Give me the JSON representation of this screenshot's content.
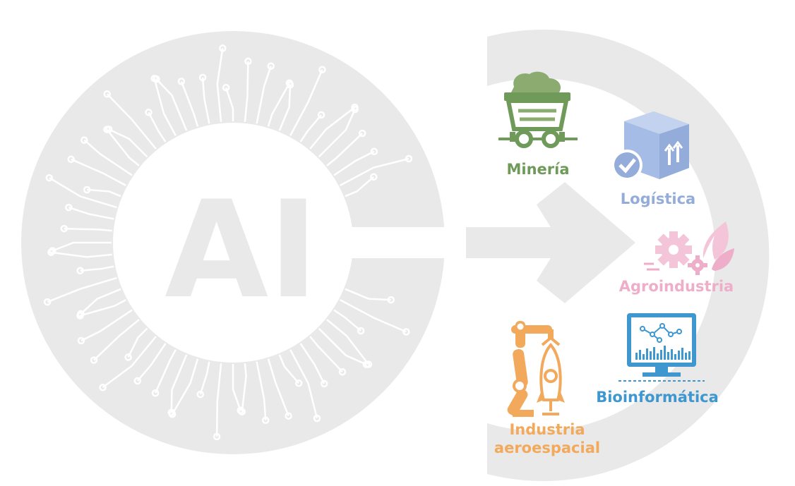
{
  "center_label": "AI",
  "industries": [
    {
      "id": "mineria",
      "label": "Minería",
      "color": "#6f9a5a",
      "icon": "mine-cart-icon"
    },
    {
      "id": "logistica",
      "label": "Logística",
      "color": "#93acd9",
      "icon": "package-box-icon"
    },
    {
      "id": "agroindustria",
      "label": "Agroindustria",
      "color": "#eeaec9",
      "icon": "gear-leaf-icon"
    },
    {
      "id": "bioinformatica",
      "label": "Bioinformática",
      "color": "#3e97cf",
      "icon": "monitor-network-icon"
    },
    {
      "id": "aeroespacial",
      "label_line1": "Industria",
      "label_line2": "aeroespacial",
      "color": "#f2a95c",
      "icon": "robot-arm-rocket-icon"
    }
  ],
  "colors": {
    "base_gray": "#e9e9e9",
    "text_white": "#ffffff"
  }
}
